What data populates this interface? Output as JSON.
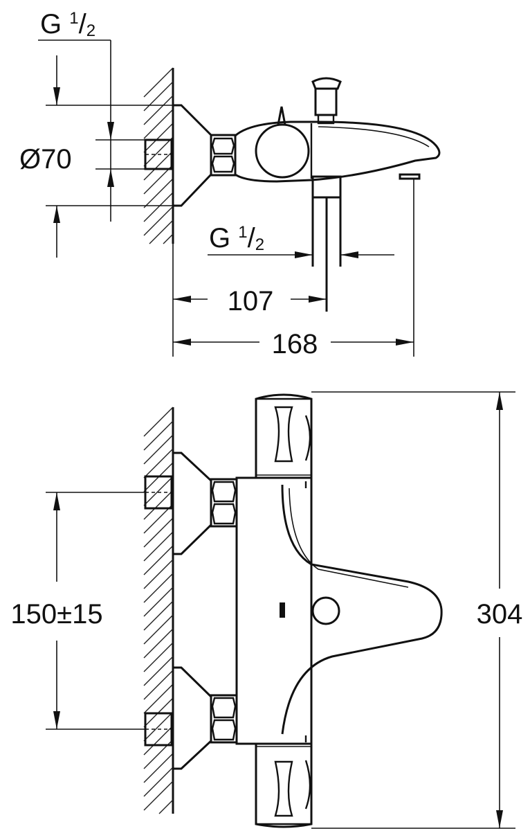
{
  "drawing": {
    "side_view": {
      "thread_top_label": {
        "prefix": "G ",
        "num": "1",
        "slash": "/",
        "den": "2"
      },
      "diameter_label": "Ø70",
      "thread_outlet_label": {
        "prefix": "G ",
        "num": "1",
        "slash": "/",
        "den": "2"
      },
      "dim_outlet": "107",
      "dim_total_depth": "168"
    },
    "front_view": {
      "dim_centers": "150±15",
      "dim_height": "304"
    }
  },
  "colors": {
    "line": "#111111",
    "background": "#ffffff"
  }
}
